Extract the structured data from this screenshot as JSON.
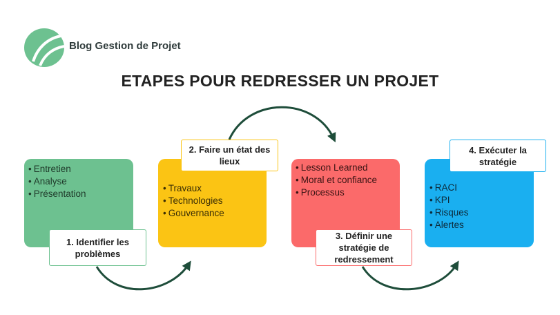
{
  "brand": {
    "name": "Blog Gestion de Projet",
    "logo_icon": "leaf-logo-icon",
    "logo_color": "#6dc190"
  },
  "title": "ETAPES POUR REDRESSER UN PROJET",
  "colors": {
    "green": "#6dc190",
    "yellow": "#fbc414",
    "red": "#fb6a6a",
    "blue": "#1aaff0",
    "arrow": "#1e4d3a"
  },
  "steps": [
    {
      "label": "1. Identifier les problèmes",
      "items": [
        "Entretien",
        "Analyse",
        "Présentation"
      ]
    },
    {
      "label": "2. Faire un état des lieux",
      "items": [
        "Travaux",
        "Technologies",
        "Gouvernance"
      ]
    },
    {
      "label": "3. Définir une stratégie de redressement",
      "items": [
        "Lesson Learned",
        "Moral et confiance",
        "Processus"
      ]
    },
    {
      "label": "4. Exécuter la stratégie",
      "items": [
        "RACI",
        "KPI",
        "Risques",
        "Alertes"
      ]
    }
  ]
}
